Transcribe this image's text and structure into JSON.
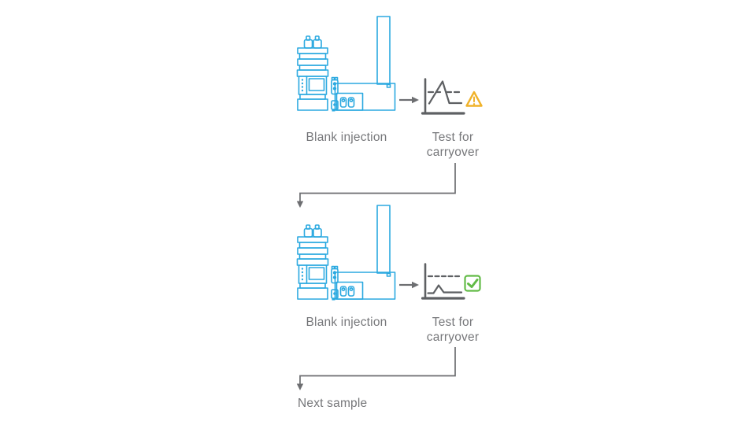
{
  "diagram": {
    "colors": {
      "instrument_blue": "#2BA9E0",
      "connector_gray": "#6D6E71",
      "chart_gray": "#5E6063",
      "label_gray": "#76777A",
      "warning_amber": "#F0B22A",
      "success_green": "#62BB46"
    },
    "steps": [
      {
        "instrument_label": "Blank injection",
        "result_label_line1": "Test for",
        "result_label_line2": "carryover",
        "result_icon": "warning-triangle-icon",
        "chromatogram": "peak-above-threshold"
      },
      {
        "instrument_label": "Blank injection",
        "result_label_line1": "Test for",
        "result_label_line2": "carryover",
        "result_icon": "check-square-icon",
        "chromatogram": "peak-below-threshold"
      }
    ],
    "final_label": "Next sample"
  }
}
